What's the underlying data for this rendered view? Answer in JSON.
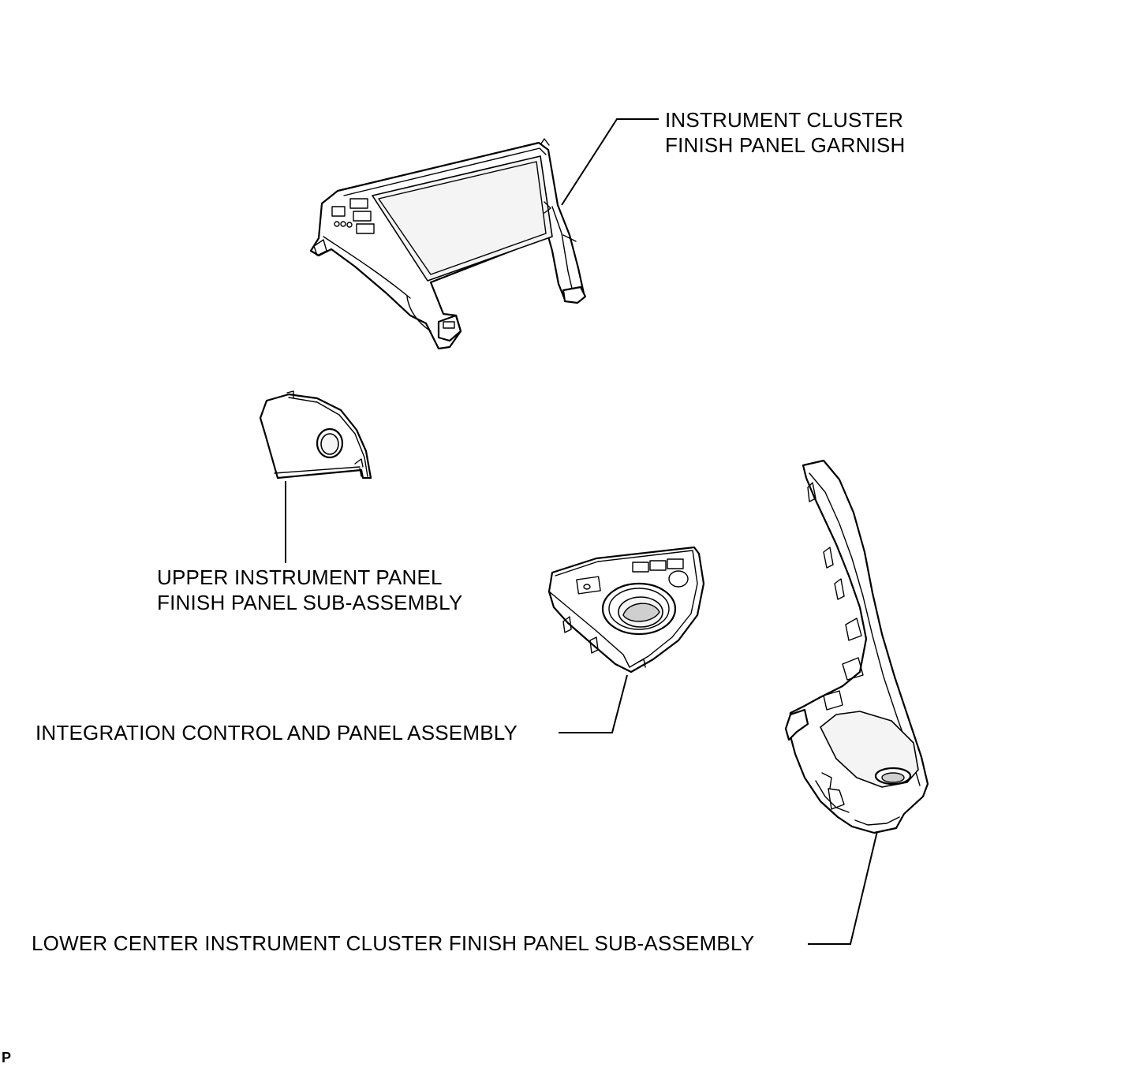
{
  "labels": {
    "instrument_cluster_garnish": [
      "INSTRUMENT CLUSTER",
      "FINISH PANEL GARNISH"
    ],
    "upper_panel": [
      "UPPER INSTRUMENT PANEL",
      "FINISH PANEL SUB-ASSEMBLY"
    ],
    "integration_control": "INTEGRATION CONTROL AND PANEL ASSEMBLY",
    "lower_center": "LOWER CENTER INSTRUMENT CLUSTER FINISH PANEL SUB-ASSEMBLY"
  },
  "corner_mark": "P"
}
